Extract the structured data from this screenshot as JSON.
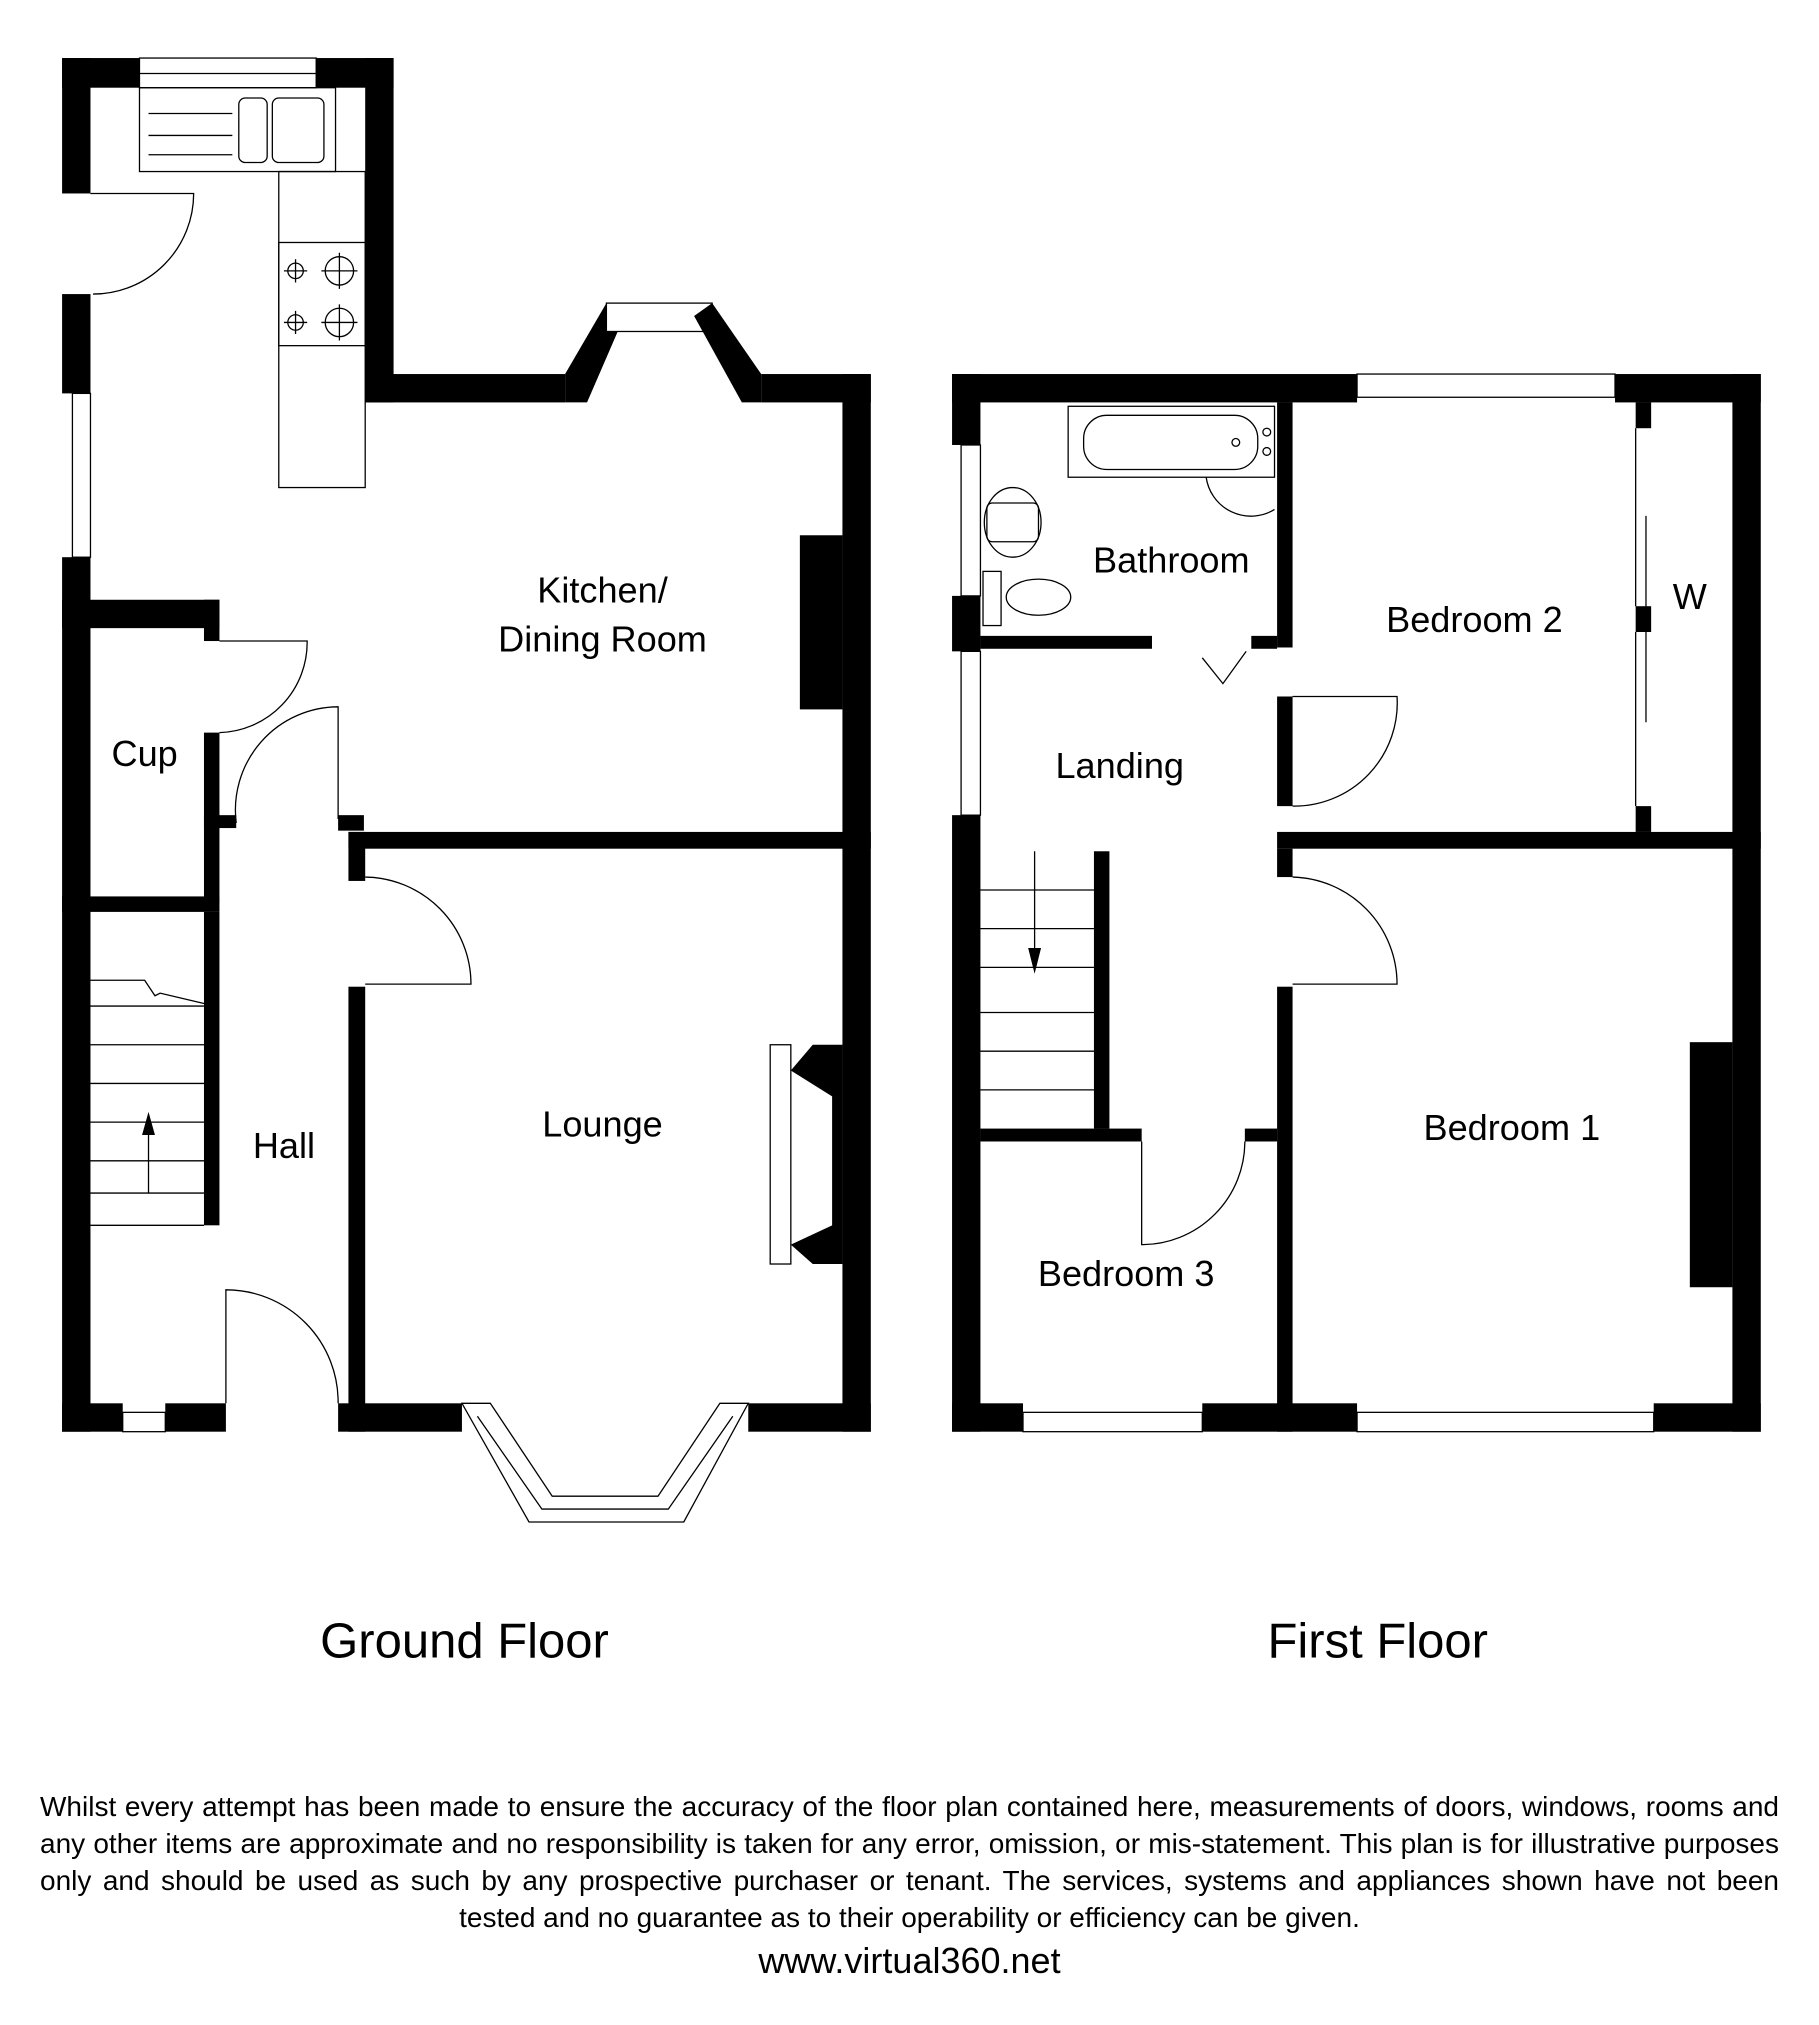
{
  "floors": [
    {
      "title": "Ground Floor",
      "rooms": [
        "Kitchen/",
        "Dining Room",
        "Cup",
        "Hall",
        "Lounge"
      ]
    },
    {
      "title": "First Floor",
      "rooms": [
        "Bathroom",
        "Bedroom 2",
        "W",
        "Landing",
        "Bedroom 1",
        "Bedroom 3"
      ]
    }
  ],
  "footer": {
    "disclaimer": "Whilst every attempt has been made to ensure the accuracy of the floor plan contained here, measurements of doors, windows, rooms and any other items are approximate and no responsibility is taken for any error, omission, or mis-statement. This plan is for illustrative purposes only and should be used as such by any prospective purchaser or tenant. The services, systems and appliances shown have not been tested and no guarantee as to their operability or efficiency can be given.",
    "website": "www.virtual360.net"
  }
}
